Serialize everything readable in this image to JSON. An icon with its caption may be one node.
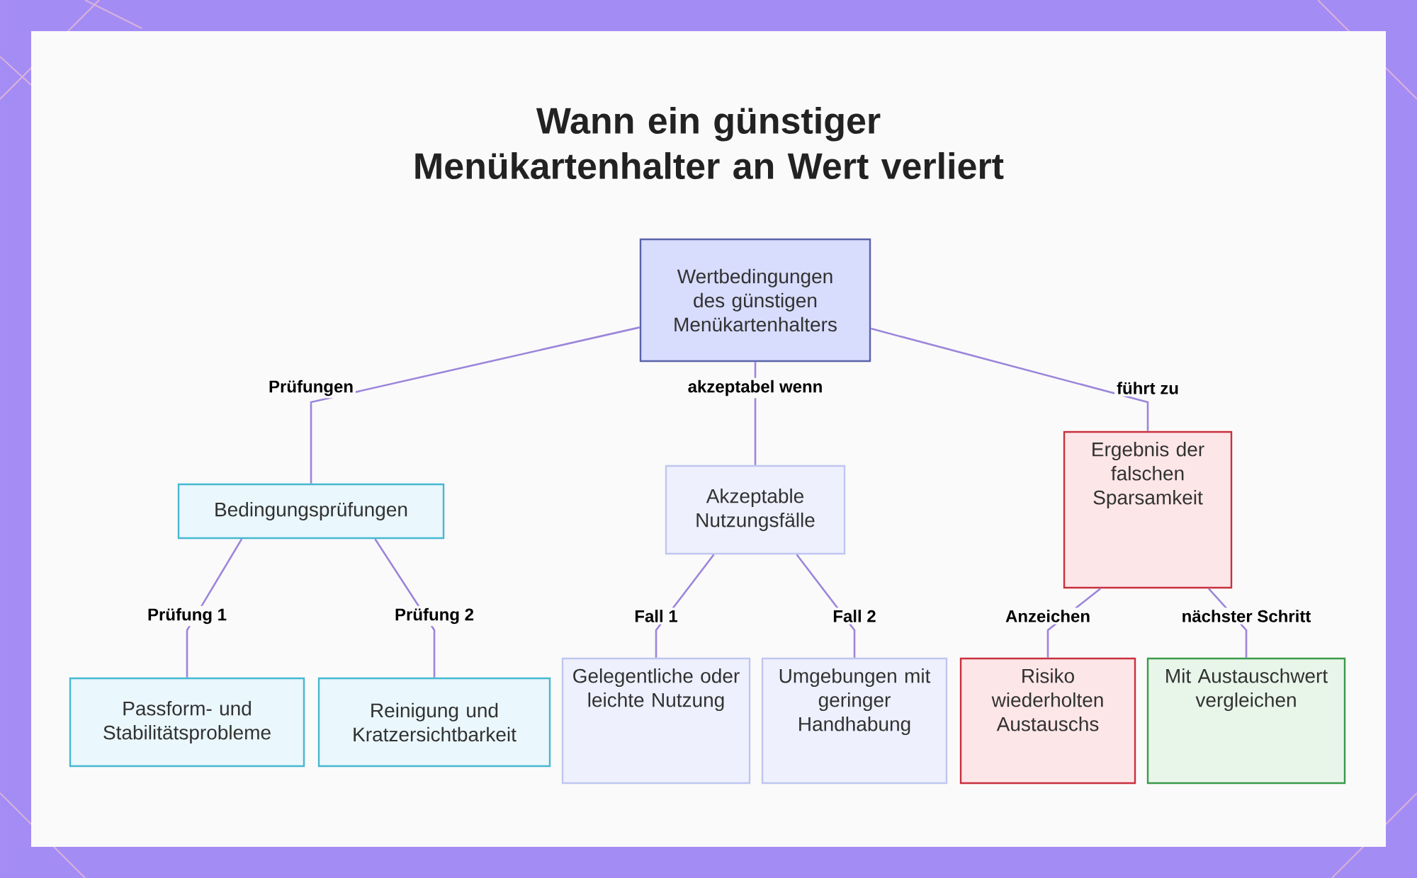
{
  "diagram": {
    "title": "Wann ein günstiger Menükartenhalter an Wert verliert",
    "nodes": [
      {
        "text": [
          "Wertbedingungen des günstigen Menükartenhalters"
        ]
      },
      {
        "text": [
          "Bedingungsprüfungen"
        ]
      },
      {
        "text": [
          "Akzeptable Nutzungsfälle"
        ]
      },
      {
        "text": [
          "Ergebnis der falschen Sparsamkeit"
        ]
      },
      {
        "text": [
          "Passform- und Stabilitätsprobleme"
        ]
      },
      {
        "text": [
          "Reinigung und Kratzersichtbarkeit"
        ]
      },
      {
        "text": [
          "Gelegentliche oder leichte Nutzung"
        ]
      },
      {
        "text": [
          "Umgebungen mit geringer Handhabung"
        ]
      },
      {
        "text": [
          "Risiko wiederholten Austauschs"
        ]
      },
      {
        "text": [
          "Mit Austauschwert vergleichen"
        ]
      }
    ],
    "edges": [
      {
        "from": 0,
        "to": 1,
        "arrow": "none",
        "label": "Prüfungen"
      },
      {
        "from": 0,
        "to": 2,
        "arrow": "none",
        "label": "akzeptabel wenn"
      },
      {
        "from": 0,
        "to": 3,
        "arrow": "none",
        "label": "führt zu"
      },
      {
        "from": 1,
        "to": 4,
        "arrow": "none",
        "label": "Prüfung 1"
      },
      {
        "from": 1,
        "to": 5,
        "arrow": "none",
        "label": "Prüfung 2"
      },
      {
        "from": 2,
        "to": 6,
        "arrow": "none",
        "label": "Fall 1"
      },
      {
        "from": 2,
        "to": 7,
        "arrow": "none",
        "label": "Fall 2"
      },
      {
        "from": 3,
        "to": 8,
        "arrow": "none",
        "label": "Anzeichen"
      },
      {
        "from": 3,
        "to": 9,
        "arrow": "none",
        "label": "nächster Schritt"
      }
    ]
  }
}
